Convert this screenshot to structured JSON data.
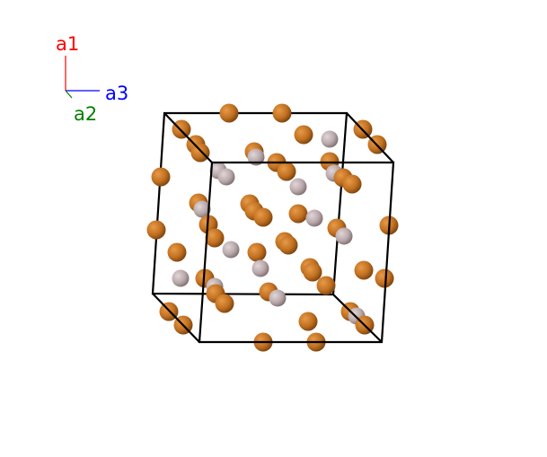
{
  "axes": {
    "a1": {
      "label": "a1",
      "color": "#ff0000"
    },
    "a2": {
      "label": "a2",
      "color": "#008000"
    },
    "a3": {
      "label": "a3",
      "color": "#0000ff"
    }
  },
  "atom_colors": {
    "primary": "#c07020",
    "secondary": "#b8a8aa"
  },
  "cell_edge_color": "#000000"
}
